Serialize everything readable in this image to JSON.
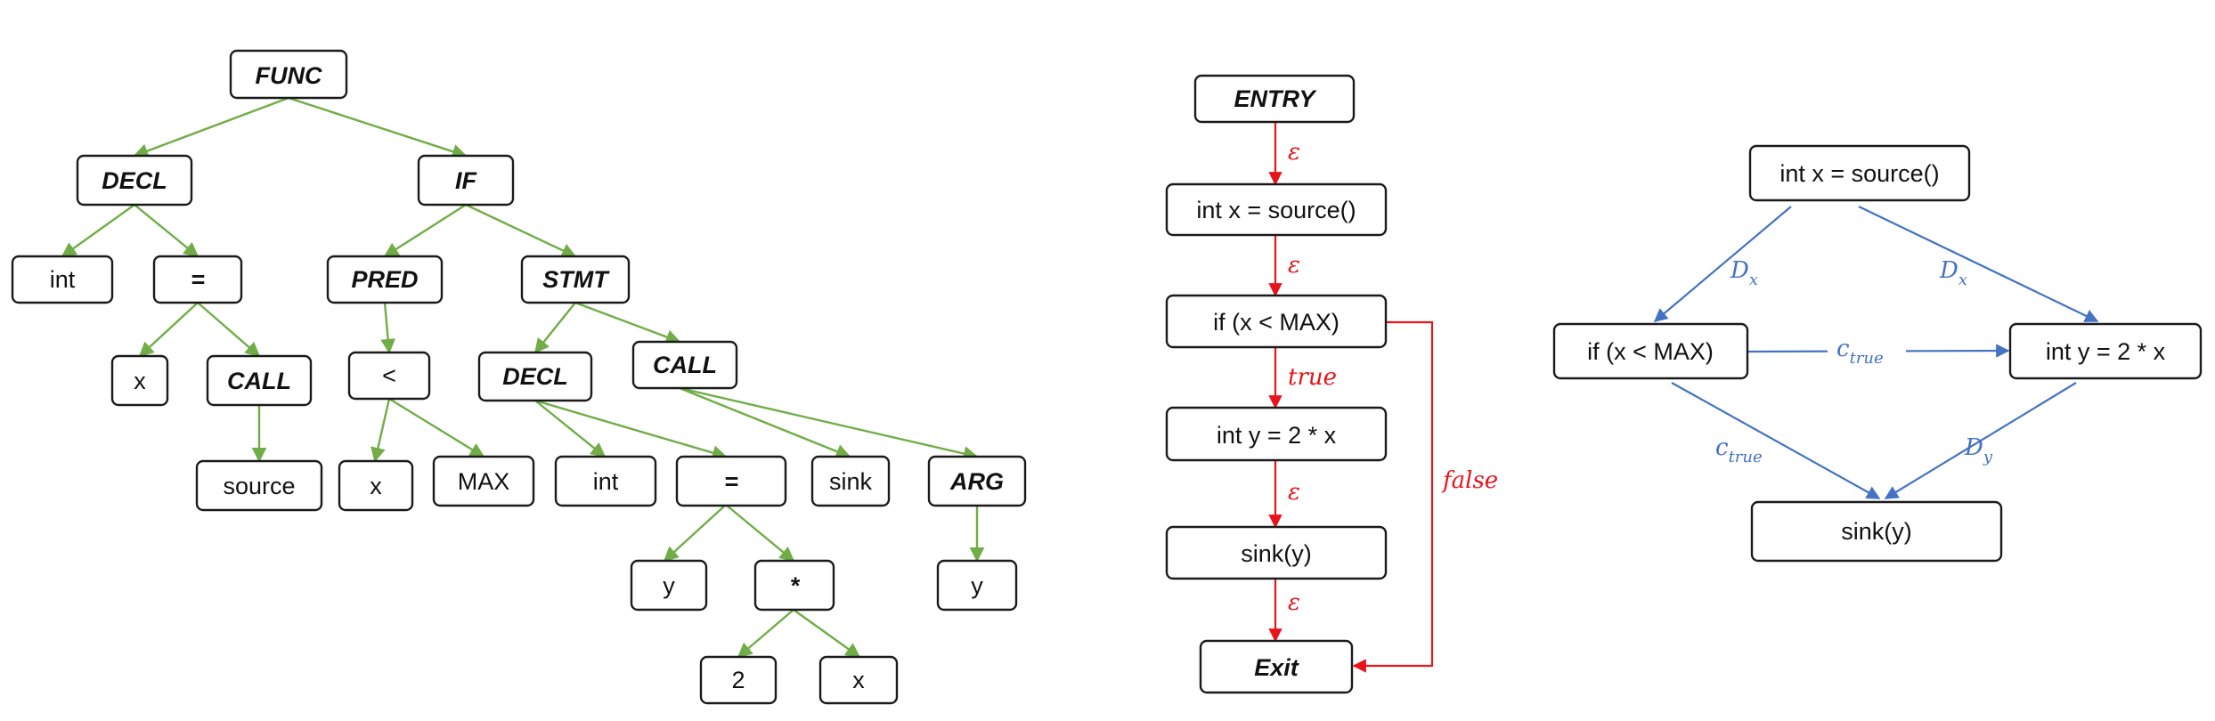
{
  "ast": {
    "nodes": {
      "func": "FUNC",
      "decl1": "DECL",
      "if": "IF",
      "int1": "int",
      "eq1": "=",
      "pred": "PRED",
      "stmt": "STMT",
      "x1": "x",
      "call1": "CALL",
      "lt": "<",
      "decl2": "DECL",
      "call2": "CALL",
      "source": "source",
      "x2": "x",
      "max": "MAX",
      "int2": "int",
      "eq2": "=",
      "sink": "sink",
      "arg": "ARG",
      "y1": "y",
      "mul": "*",
      "y2": "y",
      "two": "2",
      "x3": "x"
    }
  },
  "cfg": {
    "nodes": {
      "entry": "ENTRY",
      "src": "int x = source()",
      "cond": "if (x < MAX)",
      "assign": "int y = 2 * x",
      "sink": "sink(y)",
      "exit": "Exit"
    },
    "labels": {
      "eps1": "ε",
      "eps2": "ε",
      "true": "true",
      "eps3": "ε",
      "eps4": "ε",
      "false": "false"
    }
  },
  "pdg": {
    "nodes": {
      "src": "int x = source()",
      "cond": "if (x < MAX)",
      "assign": "int y = 2 * x",
      "sink": "sink(y)"
    },
    "labels": {
      "dx_left_main": "D",
      "dx_left_sub": "x",
      "dx_right_main": "D",
      "dx_right_sub": "x",
      "ctrue_mid_main": "c",
      "ctrue_mid_sub": "true",
      "ctrue_low_main": "c",
      "ctrue_low_sub": "true",
      "dy_main": "D",
      "dy_sub": "y"
    }
  },
  "colors": {
    "ast_edge": "#70ad47",
    "cfg_edge": "#e8141b",
    "pdg_edge": "#4472c4"
  }
}
